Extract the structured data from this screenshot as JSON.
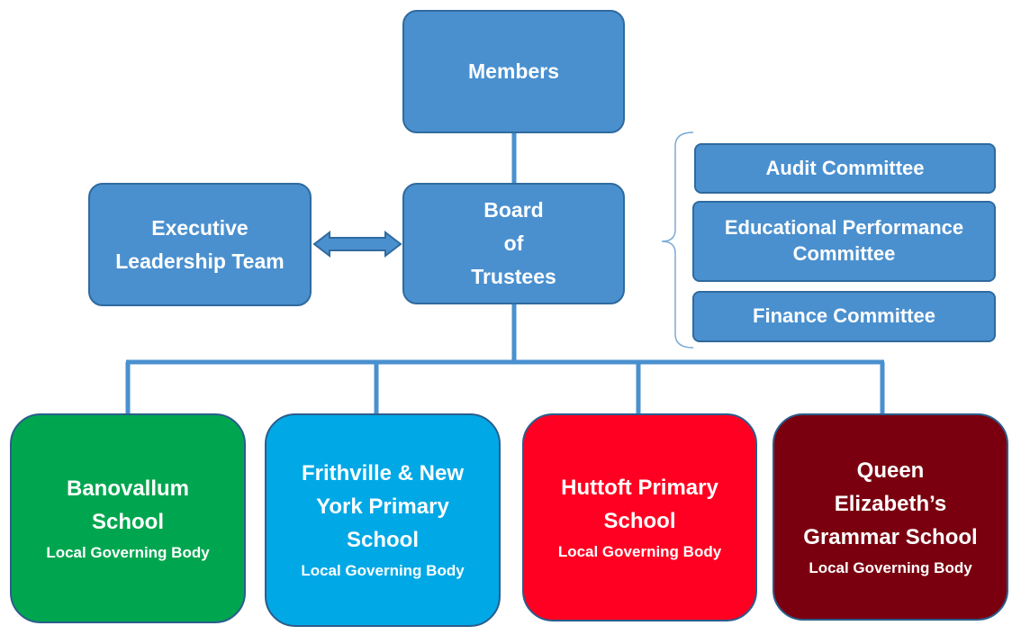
{
  "members": {
    "label": "Members"
  },
  "board": {
    "line1": "Board",
    "line2": "of",
    "line3": "Trustees"
  },
  "executive": {
    "line1": "Executive",
    "line2": "Leadership Team"
  },
  "committees": [
    {
      "line1": "Audit Committee"
    },
    {
      "line1": "Educational Performance",
      "line2": "Committee"
    },
    {
      "line1": "Finance Committee"
    }
  ],
  "schools": [
    {
      "lines": [
        "Banovallum",
        "School"
      ],
      "subtitle": "Local Governing Body",
      "color": "#00a64f"
    },
    {
      "lines": [
        "Frithville & New",
        "York Primary",
        "School"
      ],
      "subtitle": "Local Governing Body",
      "color": "#00a8e6"
    },
    {
      "lines": [
        "Huttoft Primary",
        "School"
      ],
      "subtitle": "Local Governing Body",
      "color": "#ff0022"
    },
    {
      "lines": [
        "Queen",
        "Elizabeth’s",
        "Grammar School"
      ],
      "subtitle": "Local Governing Body",
      "color": "#7a0010"
    }
  ],
  "colors": {
    "box_fill": "#4a90cf",
    "box_border": "#2f6a9e",
    "connector": "#4a90cf"
  }
}
